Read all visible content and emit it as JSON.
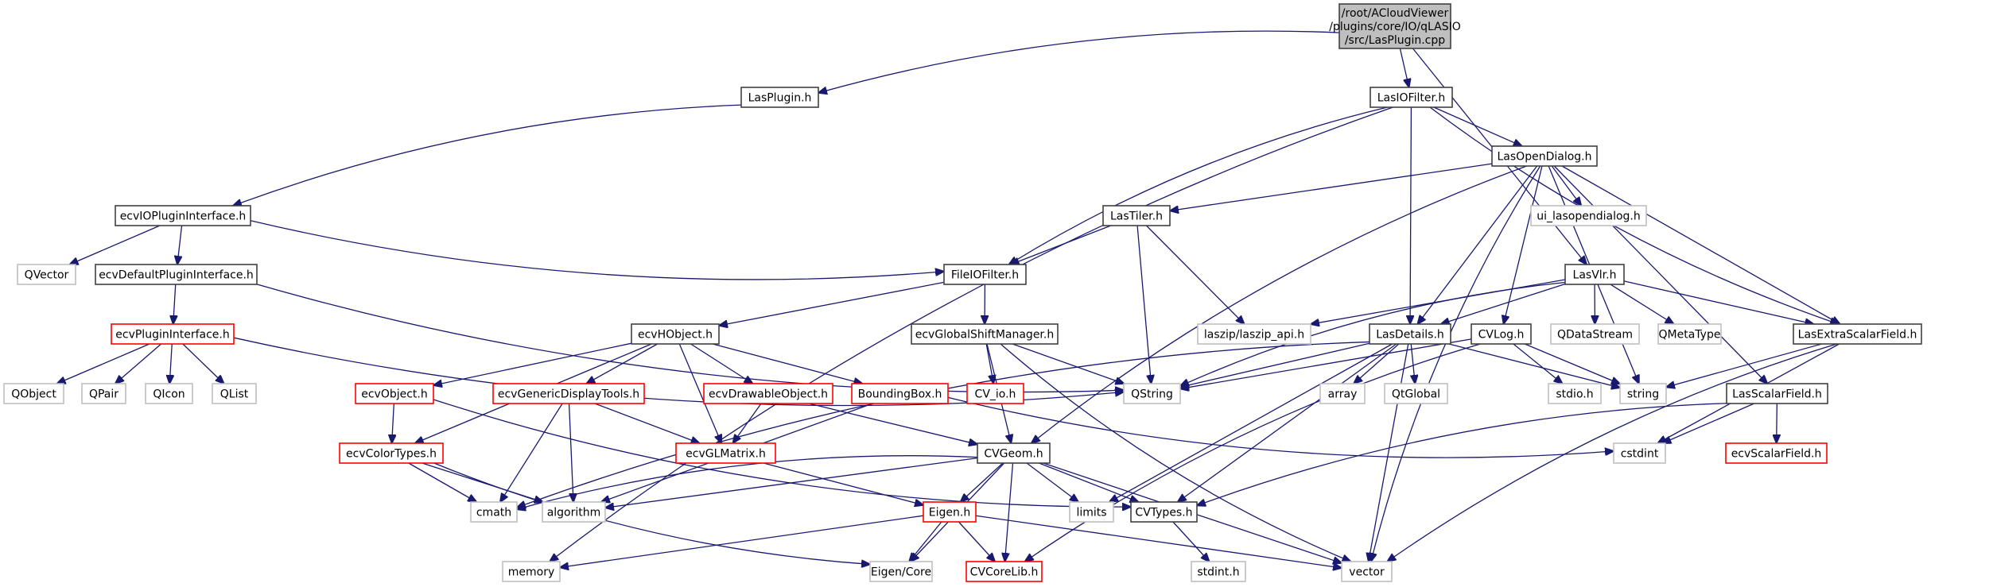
{
  "diagram": {
    "type": "include-dependency-graph",
    "root": "/root/ACloudViewer/plugins/core/IO/qLASIO/src/LasPlugin.cpp",
    "colors": {
      "edge": "#191970",
      "root_fill": "#bfbfbf",
      "root_border": "#404040",
      "documented_border": "#404040",
      "truncated_border": "#ff0000",
      "external_border": "#bfbfbf",
      "node_fill": "#ffffff"
    },
    "nodes": [
      {
        "id": "root",
        "label": "/root/ACloudViewer\n/plugins/core/IO/qLASIO\n/src/LasPlugin.cpp",
        "kind": "root"
      },
      {
        "id": "LasPlugin",
        "label": "LasPlugin.h",
        "kind": "documented"
      },
      {
        "id": "LasIOFilter",
        "label": "LasIOFilter.h",
        "kind": "documented"
      },
      {
        "id": "ecvIOPluginInterface",
        "label": "ecvIOPluginInterface.h",
        "kind": "documented"
      },
      {
        "id": "LasOpenDialog",
        "label": "LasOpenDialog.h",
        "kind": "documented"
      },
      {
        "id": "QVector",
        "label": "QVector",
        "kind": "external"
      },
      {
        "id": "ecvDefaultPluginInterface",
        "label": "ecvDefaultPluginInterface.h",
        "kind": "documented"
      },
      {
        "id": "LasTiler",
        "label": "LasTiler.h",
        "kind": "documented"
      },
      {
        "id": "ui_lasopendialog",
        "label": "ui_lasopendialog.h",
        "kind": "external"
      },
      {
        "id": "FileIOFilter",
        "label": "FileIOFilter.h",
        "kind": "documented"
      },
      {
        "id": "LasVlr",
        "label": "LasVlr.h",
        "kind": "documented"
      },
      {
        "id": "ecvPluginInterface",
        "label": "ecvPluginInterface.h",
        "kind": "truncated"
      },
      {
        "id": "ecvHObject",
        "label": "ecvHObject.h",
        "kind": "documented"
      },
      {
        "id": "ecvGlobalShiftManager",
        "label": "ecvGlobalShiftManager.h",
        "kind": "documented"
      },
      {
        "id": "laszip",
        "label": "laszip/laszip_api.h",
        "kind": "external"
      },
      {
        "id": "LasDetails",
        "label": "LasDetails.h",
        "kind": "documented"
      },
      {
        "id": "CVLog",
        "label": "CVLog.h",
        "kind": "documented"
      },
      {
        "id": "QDataStream",
        "label": "QDataStream",
        "kind": "external"
      },
      {
        "id": "QMetaType",
        "label": "QMetaType",
        "kind": "external"
      },
      {
        "id": "LasExtraScalarField",
        "label": "LasExtraScalarField.h",
        "kind": "documented"
      },
      {
        "id": "QObject",
        "label": "QObject",
        "kind": "external"
      },
      {
        "id": "QPair",
        "label": "QPair",
        "kind": "external"
      },
      {
        "id": "QIcon",
        "label": "QIcon",
        "kind": "external"
      },
      {
        "id": "QList",
        "label": "QList",
        "kind": "external"
      },
      {
        "id": "ecvObject",
        "label": "ecvObject.h",
        "kind": "truncated"
      },
      {
        "id": "ecvGenericDisplayTools",
        "label": "ecvGenericDisplayTools.h",
        "kind": "truncated"
      },
      {
        "id": "ecvDrawableObject",
        "label": "ecvDrawableObject.h",
        "kind": "truncated"
      },
      {
        "id": "BoundingBox",
        "label": "BoundingBox.h",
        "kind": "truncated"
      },
      {
        "id": "CV_io",
        "label": "CV_io.h",
        "kind": "truncated"
      },
      {
        "id": "QString",
        "label": "QString",
        "kind": "external"
      },
      {
        "id": "array",
        "label": "array",
        "kind": "external"
      },
      {
        "id": "QtGlobal",
        "label": "QtGlobal",
        "kind": "external"
      },
      {
        "id": "stdio",
        "label": "stdio.h",
        "kind": "external"
      },
      {
        "id": "string",
        "label": "string",
        "kind": "external"
      },
      {
        "id": "LasScalarField",
        "label": "LasScalarField.h",
        "kind": "documented"
      },
      {
        "id": "ecvColorTypes",
        "label": "ecvColorTypes.h",
        "kind": "truncated"
      },
      {
        "id": "ecvGLMatrix",
        "label": "ecvGLMatrix.h",
        "kind": "truncated"
      },
      {
        "id": "CVGeom",
        "label": "CVGeom.h",
        "kind": "documented"
      },
      {
        "id": "cstdint",
        "label": "cstdint",
        "kind": "external"
      },
      {
        "id": "ecvScalarField",
        "label": "ecvScalarField.h",
        "kind": "truncated"
      },
      {
        "id": "cmath",
        "label": "cmath",
        "kind": "external"
      },
      {
        "id": "algorithm",
        "label": "algorithm",
        "kind": "external"
      },
      {
        "id": "Eigen",
        "label": "Eigen.h",
        "kind": "truncated"
      },
      {
        "id": "limits",
        "label": "limits",
        "kind": "external"
      },
      {
        "id": "CVTypes",
        "label": "CVTypes.h",
        "kind": "documented"
      },
      {
        "id": "memory",
        "label": "memory",
        "kind": "external"
      },
      {
        "id": "EigenCore",
        "label": "Eigen/Core",
        "kind": "external"
      },
      {
        "id": "CVCoreLib",
        "label": "CVCoreLib.h",
        "kind": "truncated"
      },
      {
        "id": "vector",
        "label": "vector",
        "kind": "external"
      },
      {
        "id": "stdint",
        "label": "stdint.h",
        "kind": "external"
      }
    ],
    "edges": [
      [
        "root",
        "LasPlugin"
      ],
      [
        "root",
        "LasIOFilter"
      ],
      [
        "root",
        "LasVlr"
      ],
      [
        "LasPlugin",
        "ecvIOPluginInterface"
      ],
      [
        "LasIOFilter",
        "memory"
      ],
      [
        "LasIOFilter",
        "FileIOFilter"
      ],
      [
        "LasIOFilter",
        "LasOpenDialog"
      ],
      [
        "LasIOFilter",
        "LasDetails"
      ],
      [
        "LasIOFilter",
        "LasExtraScalarField"
      ],
      [
        "ecvIOPluginInterface",
        "QVector"
      ],
      [
        "ecvIOPluginInterface",
        "ecvDefaultPluginInterface"
      ],
      [
        "ecvIOPluginInterface",
        "FileIOFilter"
      ],
      [
        "ecvDefaultPluginInterface",
        "ecvPluginInterface"
      ],
      [
        "ecvDefaultPluginInterface",
        "QString"
      ],
      [
        "ecvPluginInterface",
        "QObject"
      ],
      [
        "ecvPluginInterface",
        "QPair"
      ],
      [
        "ecvPluginInterface",
        "QIcon"
      ],
      [
        "ecvPluginInterface",
        "QList"
      ],
      [
        "ecvPluginInterface",
        "QString"
      ],
      [
        "LasOpenDialog",
        "LasTiler"
      ],
      [
        "LasOpenDialog",
        "ui_lasopendialog"
      ],
      [
        "LasOpenDialog",
        "CVGeom"
      ],
      [
        "LasOpenDialog",
        "LasDetails"
      ],
      [
        "LasOpenDialog",
        "CVLog"
      ],
      [
        "LasOpenDialog",
        "string"
      ],
      [
        "LasOpenDialog",
        "LasExtraScalarField"
      ],
      [
        "LasOpenDialog",
        "LasScalarField"
      ],
      [
        "LasOpenDialog",
        "vector"
      ],
      [
        "LasTiler",
        "FileIOFilter"
      ],
      [
        "LasTiler",
        "QString"
      ],
      [
        "LasTiler",
        "laszip"
      ],
      [
        "FileIOFilter",
        "ecvHObject"
      ],
      [
        "FileIOFilter",
        "ecvGlobalShiftManager"
      ],
      [
        "LasVlr",
        "laszip"
      ],
      [
        "LasVlr",
        "LasDetails"
      ],
      [
        "LasVlr",
        "QString"
      ],
      [
        "LasVlr",
        "QDataStream"
      ],
      [
        "LasVlr",
        "QMetaType"
      ],
      [
        "LasVlr",
        "LasExtraScalarField"
      ],
      [
        "ecvHObject",
        "ecvColorTypes"
      ],
      [
        "ecvHObject",
        "ecvObject"
      ],
      [
        "ecvHObject",
        "ecvGenericDisplayTools"
      ],
      [
        "ecvHObject",
        "ecvGLMatrix"
      ],
      [
        "ecvHObject",
        "ecvDrawableObject"
      ],
      [
        "ecvHObject",
        "BoundingBox"
      ],
      [
        "ecvGlobalShiftManager",
        "CV_io"
      ],
      [
        "ecvGlobalShiftManager",
        "QString"
      ],
      [
        "ecvGlobalShiftManager",
        "CVGeom"
      ],
      [
        "ecvGlobalShiftManager",
        "vector"
      ],
      [
        "LasDetails",
        "QString"
      ],
      [
        "LasDetails",
        "array"
      ],
      [
        "LasDetails",
        "QtGlobal"
      ],
      [
        "LasDetails",
        "string"
      ],
      [
        "LasDetails",
        "cmath"
      ],
      [
        "LasDetails",
        "limits"
      ],
      [
        "LasDetails",
        "CVTypes"
      ],
      [
        "LasDetails",
        "vector"
      ],
      [
        "CVLog",
        "QString"
      ],
      [
        "CVLog",
        "stdio"
      ],
      [
        "CVLog",
        "string"
      ],
      [
        "CVLog",
        "CVCoreLib"
      ],
      [
        "LasExtraScalarField",
        "string"
      ],
      [
        "LasExtraScalarField",
        "cstdint"
      ],
      [
        "LasExtraScalarField",
        "vector"
      ],
      [
        "LasScalarField",
        "cstdint"
      ],
      [
        "LasScalarField",
        "ecvScalarField"
      ],
      [
        "LasScalarField",
        "CVTypes"
      ],
      [
        "ecvObject",
        "ecvColorTypes"
      ],
      [
        "ecvObject",
        "CVTypes"
      ],
      [
        "ecvGenericDisplayTools",
        "ecvGLMatrix"
      ],
      [
        "ecvGenericDisplayTools",
        "cmath"
      ],
      [
        "ecvGenericDisplayTools",
        "algorithm"
      ],
      [
        "ecvDrawableObject",
        "ecvGLMatrix"
      ],
      [
        "ecvDrawableObject",
        "CVGeom"
      ],
      [
        "BoundingBox",
        "algorithm"
      ],
      [
        "BoundingBox",
        "cstdint"
      ],
      [
        "ecvColorTypes",
        "cmath"
      ],
      [
        "ecvColorTypes",
        "algorithm"
      ],
      [
        "ecvColorTypes",
        "EigenCore"
      ],
      [
        "ecvGLMatrix",
        "Eigen"
      ],
      [
        "CVGeom",
        "cmath"
      ],
      [
        "CVGeom",
        "algorithm"
      ],
      [
        "CVGeom",
        "Eigen"
      ],
      [
        "CVGeom",
        "limits"
      ],
      [
        "CVGeom",
        "CVTypes"
      ],
      [
        "CVGeom",
        "EigenCore"
      ],
      [
        "CVGeom",
        "CVCoreLib"
      ],
      [
        "CVGeom",
        "vector"
      ],
      [
        "Eigen",
        "memory"
      ],
      [
        "Eigen",
        "EigenCore"
      ],
      [
        "Eigen",
        "CVCoreLib"
      ],
      [
        "Eigen",
        "vector"
      ],
      [
        "CVTypes",
        "stdint"
      ]
    ]
  }
}
